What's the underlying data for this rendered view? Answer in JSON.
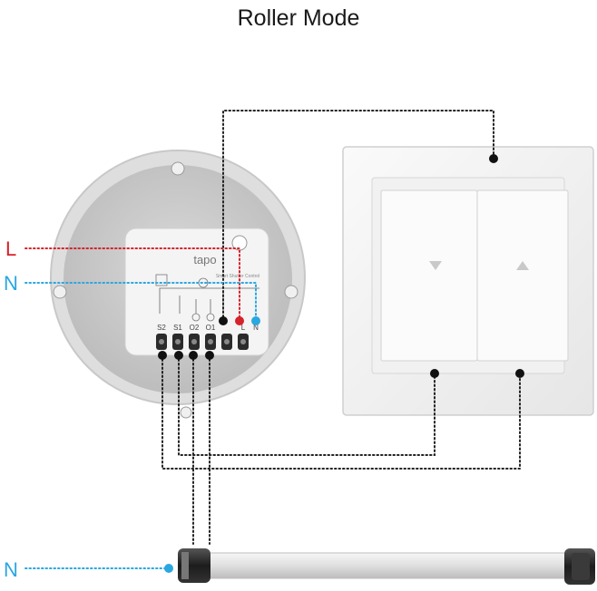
{
  "title": "Roller Mode",
  "labels": {
    "live": "L",
    "neutral": "N",
    "motor_neutral": "N"
  },
  "module": {
    "brand": "tapo",
    "caption": "Smart Shutter Control",
    "terminals": [
      "S2",
      "S1",
      "O2",
      "O1",
      "L",
      "N"
    ]
  },
  "colors": {
    "live": "#d6222a",
    "neutral": "#2aa7e0",
    "wire": "#222222"
  }
}
